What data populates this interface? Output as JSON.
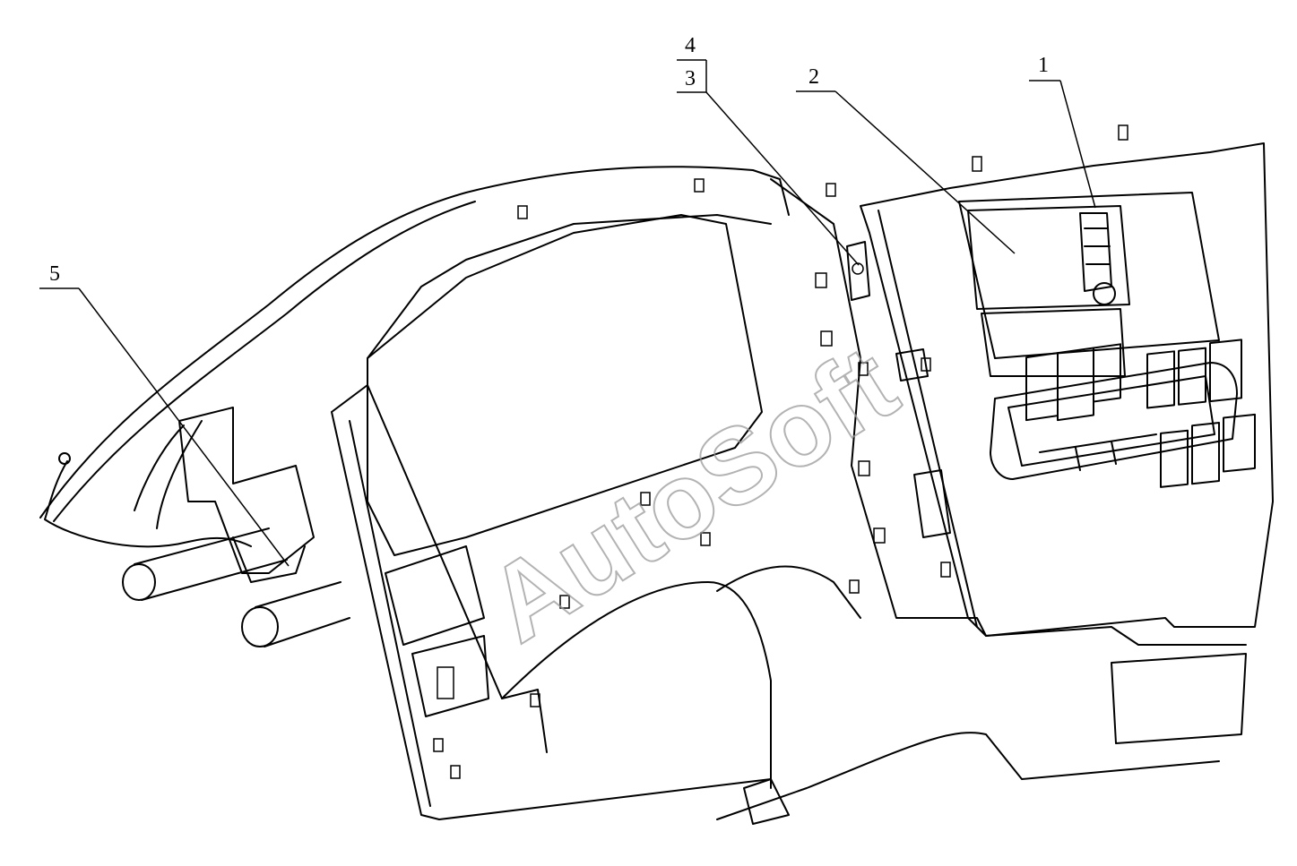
{
  "callouts": [
    {
      "id": "1",
      "label": "1"
    },
    {
      "id": "2",
      "label": "2"
    },
    {
      "id": "3",
      "label": "3"
    },
    {
      "id": "4",
      "label": "4"
    },
    {
      "id": "5",
      "label": "5"
    }
  ],
  "watermark": "AutoSoft",
  "colors": {
    "line": "#000000",
    "background": "#ffffff",
    "watermark": "#9a9a9a"
  }
}
